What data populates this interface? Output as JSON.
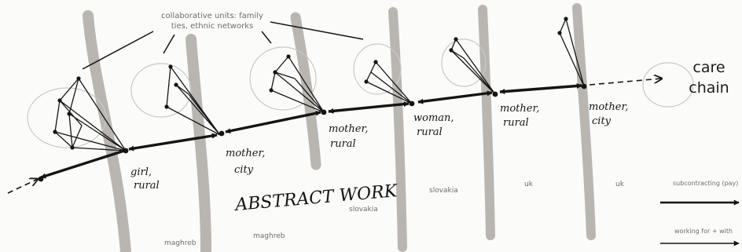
{
  "header": {
    "note_line1": "collaborative units: family",
    "note_line2": "ties, ethnic networks"
  },
  "care_chain": {
    "line1": "care",
    "line2": "chain"
  },
  "abstract_work": "ABSTRACT WORK",
  "nodes": [
    {
      "line1": "girl,",
      "line2": "rural"
    },
    {
      "line1": "mother,",
      "line2": "city"
    },
    {
      "line1": "mother,",
      "line2": "rural"
    },
    {
      "line1": "woman,",
      "line2": "rural"
    },
    {
      "line1": "mother,",
      "line2": "rural"
    },
    {
      "line1": "mother,",
      "line2": "city"
    }
  ],
  "regions": [
    {
      "label": "maghreb"
    },
    {
      "label": "maghreb"
    },
    {
      "label": "slovakia"
    },
    {
      "label": "slovakia"
    },
    {
      "label": "uk"
    },
    {
      "label": "uk"
    }
  ],
  "legend": [
    {
      "label": "subcontracting (pay)"
    },
    {
      "label": "working for + with"
    }
  ],
  "colors": {
    "ink": "#151515",
    "pole": "#b9b6b1",
    "pencil": "#c9c9c9",
    "print": "#6d6d6d"
  }
}
